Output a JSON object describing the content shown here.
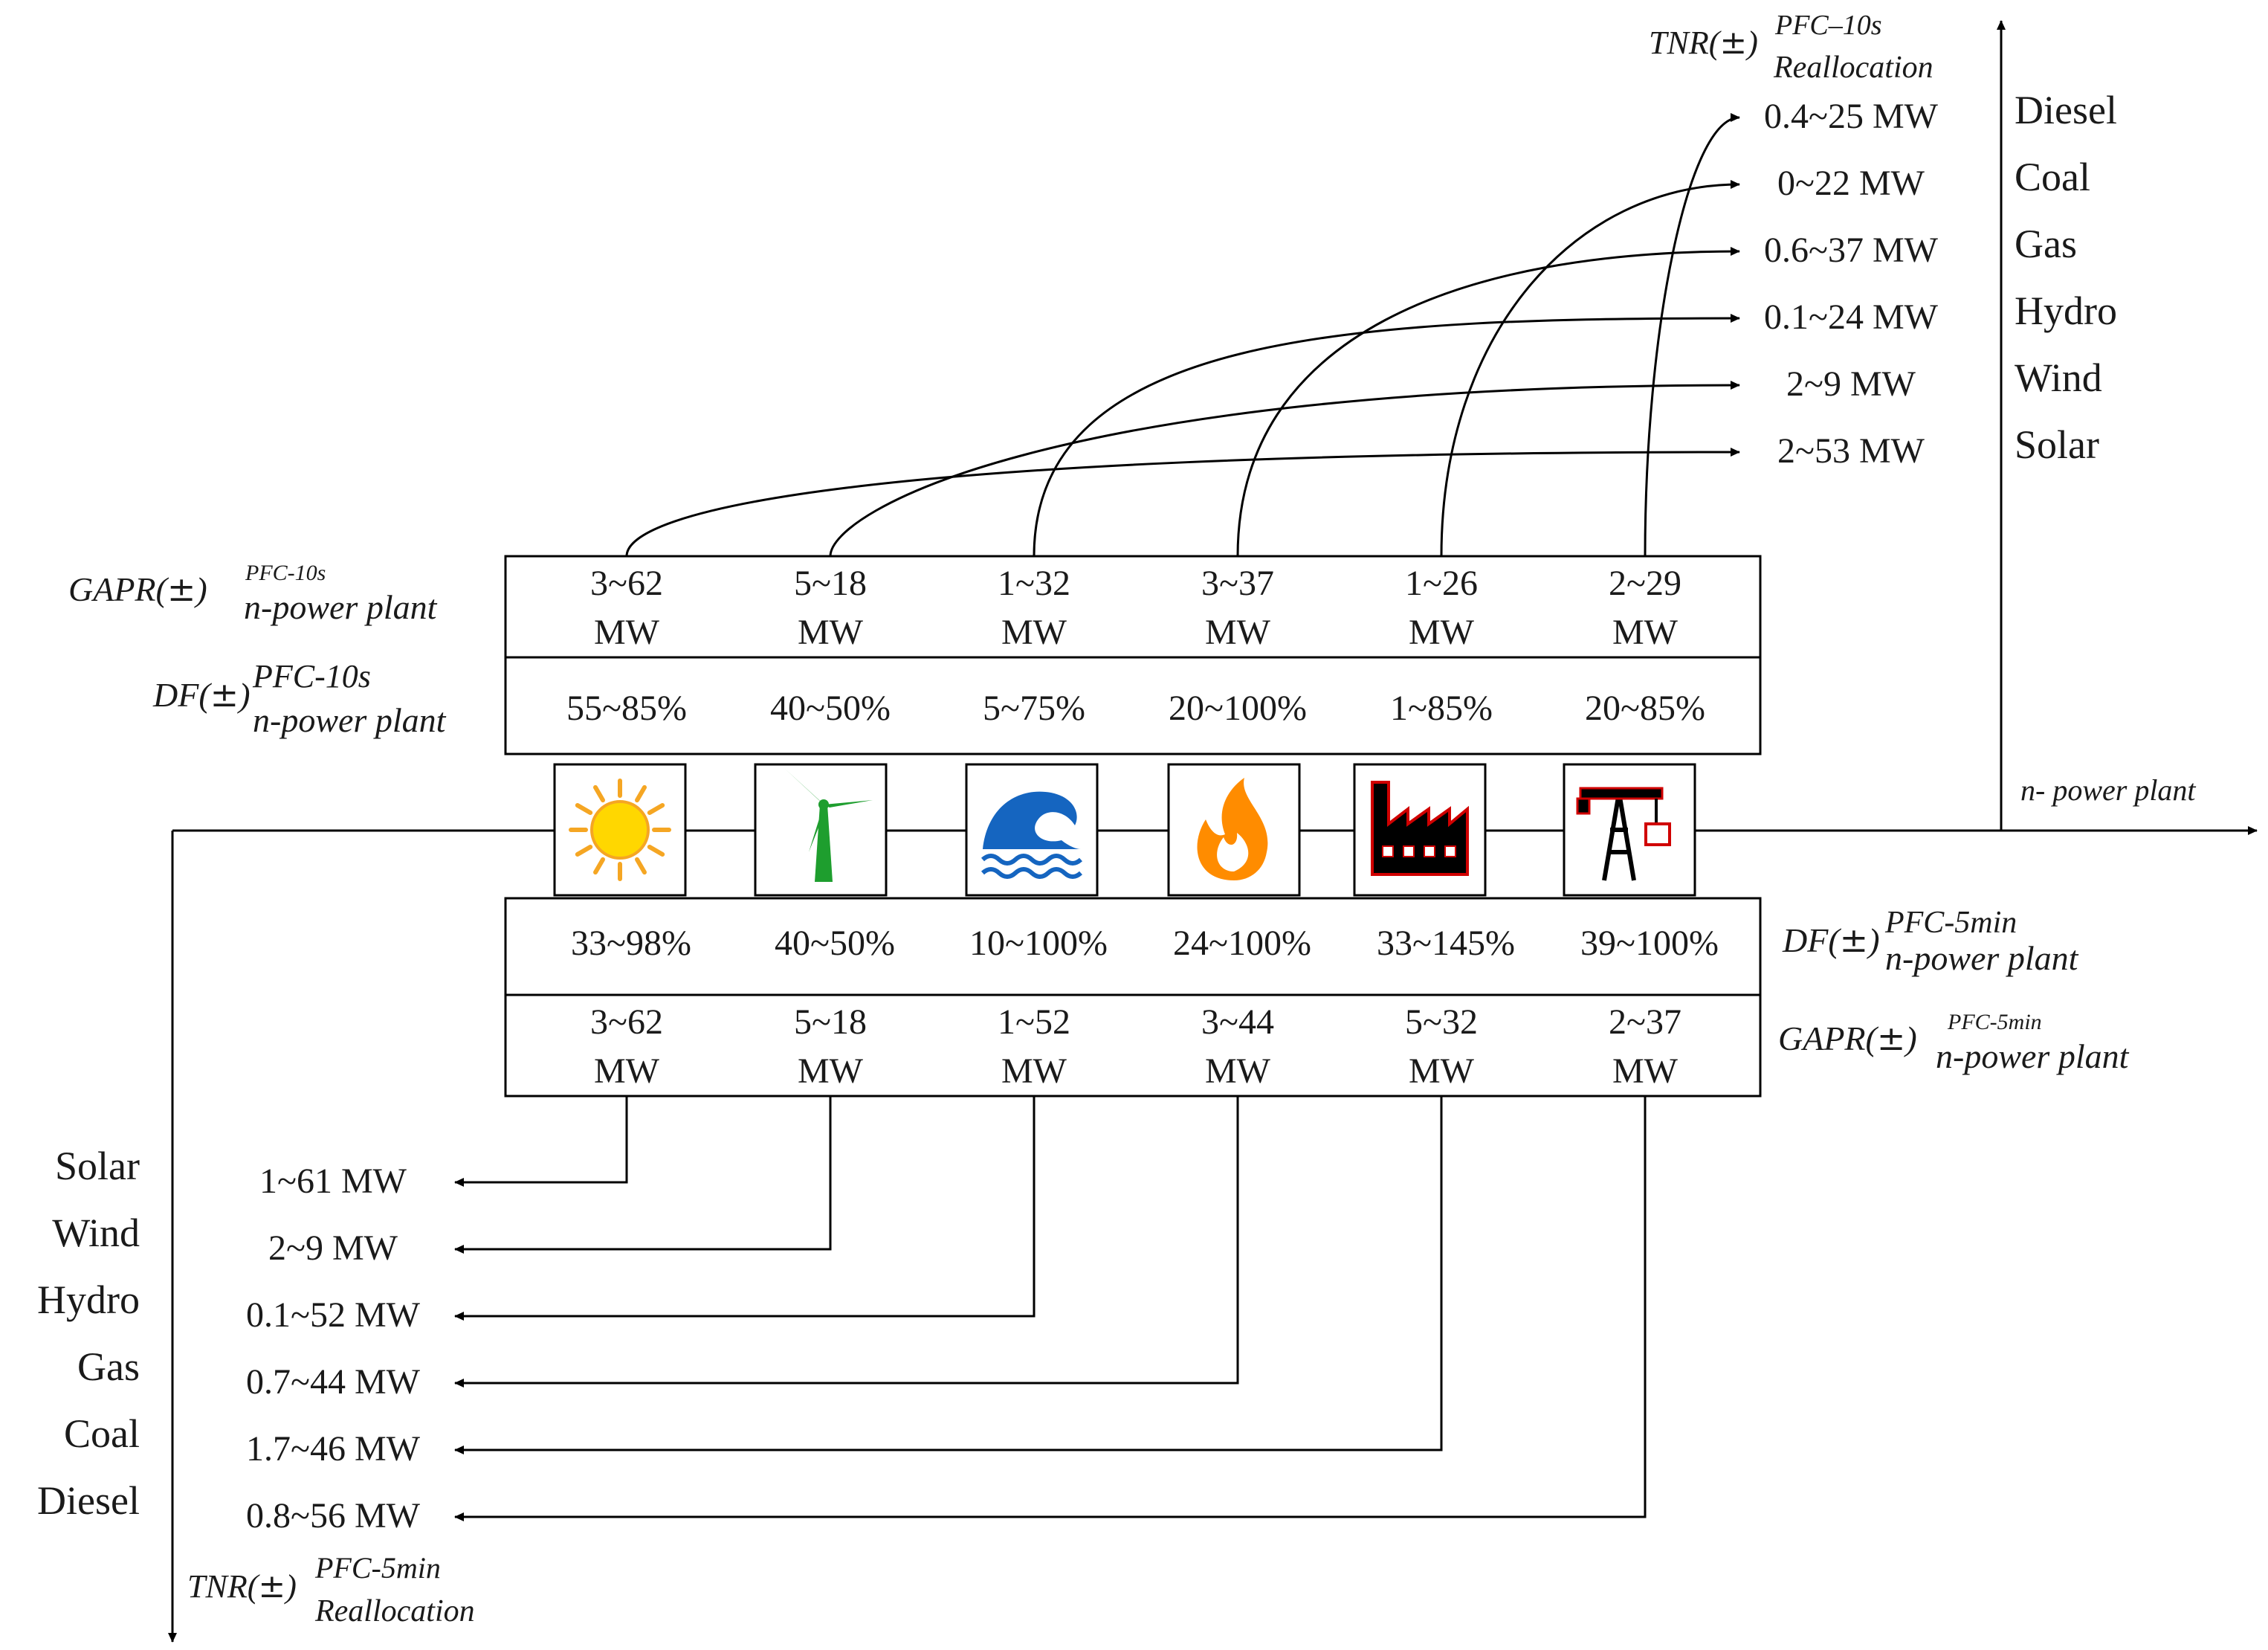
{
  "top_axis_label": {
    "base": "TNR(",
    "pm": "±",
    "close": ")",
    "sup": "PFC–10s",
    "sub": "Reallocation"
  },
  "bottom_axis_label": {
    "base": "TNR(",
    "pm": "±",
    "close": ")",
    "sup": "PFC-5min",
    "sub": "Reallocation"
  },
  "x_axis_label": "n- power plant",
  "row_labels": {
    "gapr_10s": {
      "base": "GAPR(",
      "pm": "±",
      "close": ")",
      "sup": "PFC-10s",
      "sub": "n-power plant"
    },
    "df_10s": {
      "base": "DF(",
      "pm": "±",
      "close": ")",
      "sup": "PFC-10s",
      "sub": "n-power plant"
    },
    "df_5min": {
      "base": "DF(",
      "pm": "±",
      "close": ")",
      "sup": "PFC-5min",
      "sub": "n-power plant"
    },
    "gapr_5min": {
      "base": "GAPR(",
      "pm": "±",
      "close": ")",
      "sup": "PFC-5min",
      "sub": "n-power plant"
    }
  },
  "unit_label": "MW",
  "plants": [
    {
      "icon": "sun-icon",
      "gapr_10s": "3~62",
      "df_10s": "55~85%",
      "df_5min": "33~98%",
      "gapr_5min": "3~62"
    },
    {
      "icon": "wind-turbine-icon",
      "gapr_10s": "5~18",
      "df_10s": "40~50%",
      "df_5min": "40~50%",
      "gapr_5min": "5~18"
    },
    {
      "icon": "water-wave-icon",
      "gapr_10s": "1~32",
      "df_10s": "5~75%",
      "df_5min": "10~100%",
      "gapr_5min": "1~52"
    },
    {
      "icon": "flame-icon",
      "gapr_10s": "3~37",
      "df_10s": "20~100%",
      "df_5min": "24~100%",
      "gapr_5min": "3~44"
    },
    {
      "icon": "factory-icon",
      "gapr_10s": "1~26",
      "df_10s": "1~85%",
      "df_5min": "33~145%",
      "gapr_5min": "5~32"
    },
    {
      "icon": "oil-rig-crane-icon",
      "gapr_10s": "2~29",
      "df_10s": "20~85%",
      "df_5min": "39~100%",
      "gapr_5min": "2~37"
    }
  ],
  "tnr_10s": [
    {
      "value": "0.4~25 MW",
      "source": "Diesel"
    },
    {
      "value": "0~22 MW",
      "source": "Coal"
    },
    {
      "value": "0.6~37 MW",
      "source": "Gas"
    },
    {
      "value": "0.1~24 MW",
      "source": "Hydro"
    },
    {
      "value": "2~9 MW",
      "source": "Wind"
    },
    {
      "value": "2~53 MW",
      "source": "Solar"
    }
  ],
  "tnr_5min": [
    {
      "value": "1~61 MW",
      "source": "Solar"
    },
    {
      "value": "2~9 MW",
      "source": "Wind"
    },
    {
      "value": "0.1~52 MW",
      "source": "Hydro"
    },
    {
      "value": "0.7~44 MW",
      "source": "Gas"
    },
    {
      "value": "1.7~46 MW",
      "source": "Coal"
    },
    {
      "value": "0.8~56 MW",
      "source": "Diesel"
    }
  ],
  "colors": {
    "line": "#000000",
    "sun": "#FFD700",
    "sun_rays": "#F5A623",
    "wind": "#1E9E2E",
    "wave": "#1565C0",
    "flame": "#FF8C00",
    "factory": "#000000",
    "factory_outline": "#D00000",
    "crane_outline": "#D00000"
  }
}
